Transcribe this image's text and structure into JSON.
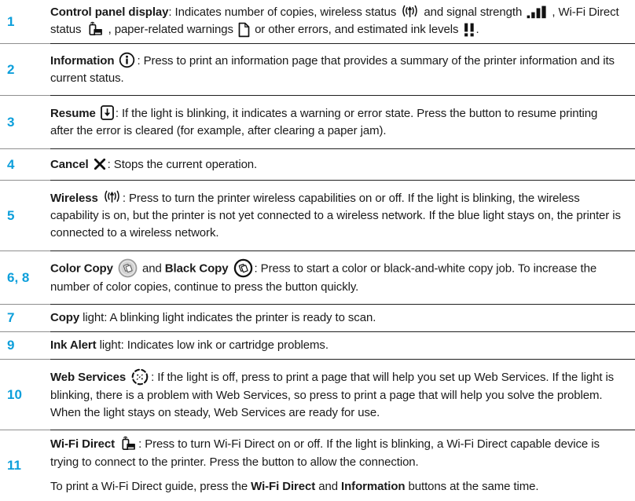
{
  "colors": {
    "accent": "#0d9fdb",
    "text": "#1a1a1a",
    "divider_main": "#1f1f1f",
    "divider_number_column": "#8f8f8f"
  },
  "rows": [
    {
      "number": "1",
      "paragraphs": [
        [
          {
            "b": true,
            "t": "Control panel display"
          },
          {
            "t": ": Indicates number of copies, wireless status "
          },
          {
            "icon": "wireless-status-icon"
          },
          {
            "t": " and signal strength "
          },
          {
            "icon": "signal-strength-icon"
          },
          {
            "t": " , Wi-Fi Direct status "
          },
          {
            "icon": "wifi-direct-status-icon"
          },
          {
            "t": " , paper-related warnings "
          },
          {
            "icon": "paper-warning-icon"
          },
          {
            "t": " or other errors, and estimated ink levels "
          },
          {
            "icon": "ink-levels-icon"
          },
          {
            "t": "."
          }
        ]
      ]
    },
    {
      "number": "2",
      "paragraphs": [
        [
          {
            "b": true,
            "t": "Information "
          },
          {
            "icon": "information-icon"
          },
          {
            "t": ": Press to print an information page that provides a summary of the printer information and its current status."
          }
        ]
      ]
    },
    {
      "number": "3",
      "paragraphs": [
        [
          {
            "b": true,
            "t": "Resume "
          },
          {
            "icon": "resume-icon"
          },
          {
            "t": ": If the light is blinking, it indicates a warning or error state. Press the button to resume printing after the error is cleared (for example, after clearing a paper jam)."
          }
        ]
      ]
    },
    {
      "number": "4",
      "paragraphs": [
        [
          {
            "b": true,
            "t": "Cancel "
          },
          {
            "icon": "cancel-icon"
          },
          {
            "t": ": Stops the current operation."
          }
        ]
      ]
    },
    {
      "number": "5",
      "paragraphs": [
        [
          {
            "b": true,
            "t": "Wireless "
          },
          {
            "icon": "wireless-icon"
          },
          {
            "t": ": Press to turn the printer wireless capabilities on or off. If the light is blinking, the wireless capability is on, but the printer is not yet connected to a wireless network. If the blue light stays on, the printer is connected to a wireless network."
          }
        ]
      ]
    },
    {
      "number": "6, 8",
      "paragraphs": [
        [
          {
            "b": true,
            "t": "Color Copy "
          },
          {
            "icon": "color-copy-icon"
          },
          {
            "t": " and "
          },
          {
            "b": true,
            "t": "Black Copy "
          },
          {
            "icon": "black-copy-icon"
          },
          {
            "t": ": Press to start a color or black-and-white copy job. To increase the number of color copies, continue to press the button quickly."
          }
        ]
      ]
    },
    {
      "number": "7",
      "paragraphs": [
        [
          {
            "b": true,
            "t": "Copy"
          },
          {
            "t": " light: A blinking light indicates the printer is ready to scan."
          }
        ]
      ]
    },
    {
      "number": "9",
      "paragraphs": [
        [
          {
            "b": true,
            "t": "Ink Alert"
          },
          {
            "t": " light: Indicates low ink or cartridge problems."
          }
        ]
      ]
    },
    {
      "number": "10",
      "paragraphs": [
        [
          {
            "b": true,
            "t": "Web Services "
          },
          {
            "icon": "web-services-icon"
          },
          {
            "t": ": If the light is off, press to print a page that will help you set up Web Services. If the light is blinking, there is a problem with Web Services, so press to print a page that will help you solve the problem. When the light stays on steady, Web Services are ready for use."
          }
        ]
      ]
    },
    {
      "number": "11",
      "paragraphs": [
        [
          {
            "b": true,
            "t": "Wi-Fi Direct "
          },
          {
            "icon": "wifi-direct-icon"
          },
          {
            "t": ": Press to turn Wi-Fi Direct on or off. If the light is blinking, a Wi-Fi Direct capable device is trying to connect to the printer. Press the button to allow the connection."
          }
        ],
        [
          {
            "t": "To print a Wi-Fi Direct guide, press the "
          },
          {
            "b": true,
            "t": "Wi-Fi Direct"
          },
          {
            "t": " and "
          },
          {
            "b": true,
            "t": "Information"
          },
          {
            "t": " buttons at the same time."
          }
        ]
      ]
    }
  ]
}
